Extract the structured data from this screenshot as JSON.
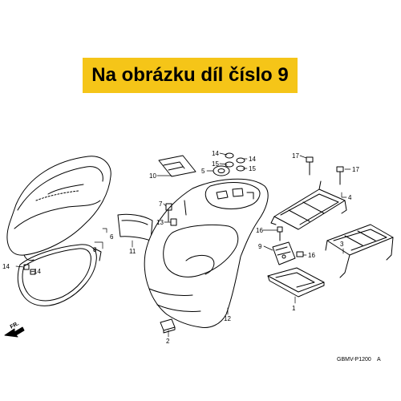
{
  "banner": {
    "text": "Na obrázku díl číslo 9",
    "background": "#f5c518"
  },
  "diagram_code": "GBMV-P1200",
  "diagram_code_suffix": "A",
  "direction_label": "FR.",
  "callouts": [
    {
      "id": "c-14a",
      "label": "14"
    },
    {
      "id": "c-14b",
      "label": "14"
    },
    {
      "id": "c-15a",
      "label": "15"
    },
    {
      "id": "c-15b",
      "label": "15"
    },
    {
      "id": "c-5",
      "label": "5"
    },
    {
      "id": "c-10",
      "label": "10"
    },
    {
      "id": "c-17a",
      "label": "17"
    },
    {
      "id": "c-17b",
      "label": "17"
    },
    {
      "id": "c-4",
      "label": "4"
    },
    {
      "id": "c-7",
      "label": "7"
    },
    {
      "id": "c-13",
      "label": "13"
    },
    {
      "id": "c-11",
      "label": "11"
    },
    {
      "id": "c-6",
      "label": "6"
    },
    {
      "id": "c-8",
      "label": "8"
    },
    {
      "id": "c-14c",
      "label": "14"
    },
    {
      "id": "c-14d",
      "label": "14"
    },
    {
      "id": "c-16a",
      "label": "16"
    },
    {
      "id": "c-9",
      "label": "9"
    },
    {
      "id": "c-16b",
      "label": "16"
    },
    {
      "id": "c-3",
      "label": "3"
    },
    {
      "id": "c-1",
      "label": "1"
    },
    {
      "id": "c-12",
      "label": "12"
    },
    {
      "id": "c-2",
      "label": "2"
    }
  ]
}
